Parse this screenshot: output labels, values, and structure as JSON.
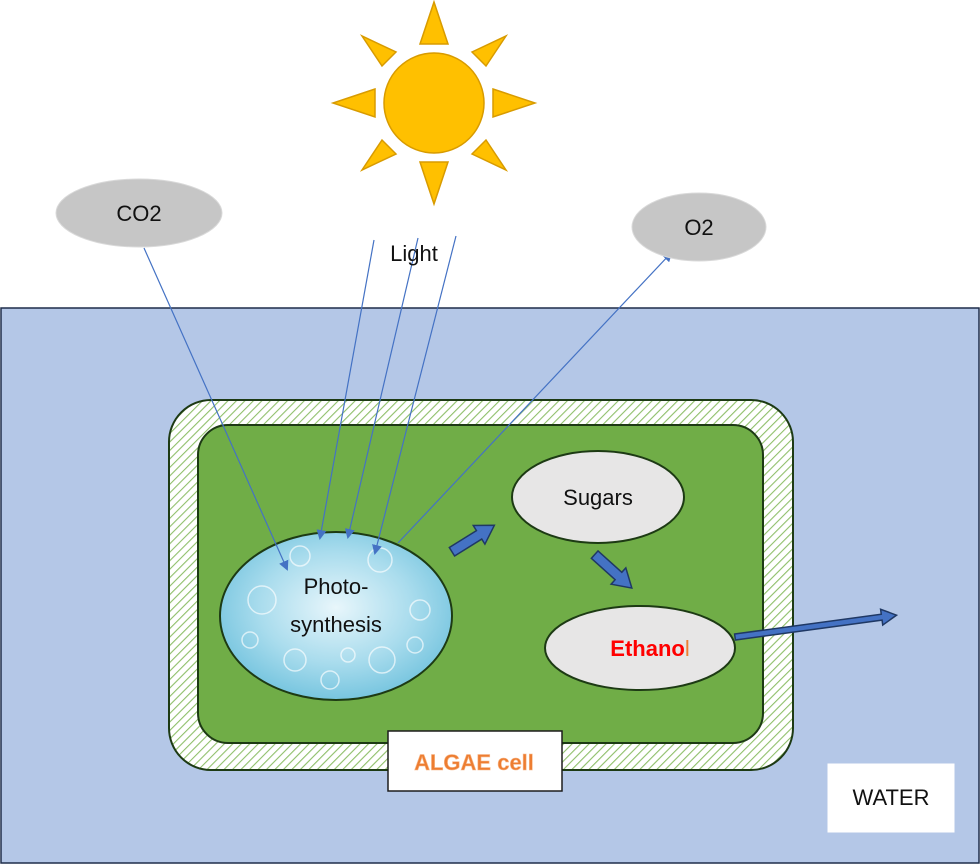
{
  "labels": {
    "co2": "CO2",
    "o2": "O2",
    "light": "Light",
    "photo_line1": "Photo-",
    "photo_line2": "synthesis",
    "sugars": "Sugars",
    "ethanol": "Ethanol",
    "ethanol_red_part": "Ethano",
    "ethanol_orange_part": "l",
    "algae_cell": "ALGAE cell",
    "water": "WATER"
  },
  "colors": {
    "water": "#b4c7e7",
    "cell_green": "#70ad47",
    "cell_wall_hatch": "#a9d18e",
    "sun": "#ffc000",
    "sun_stroke": "#e5a800",
    "bubble_grey": "#e7e6e6",
    "arrow_blue": "#4472c4",
    "ethanol_red": "#ff0000",
    "ethanol_orange": "#ed7d31",
    "algae_label": "#ed7d31"
  },
  "icons": {
    "sun": "sun-icon"
  }
}
